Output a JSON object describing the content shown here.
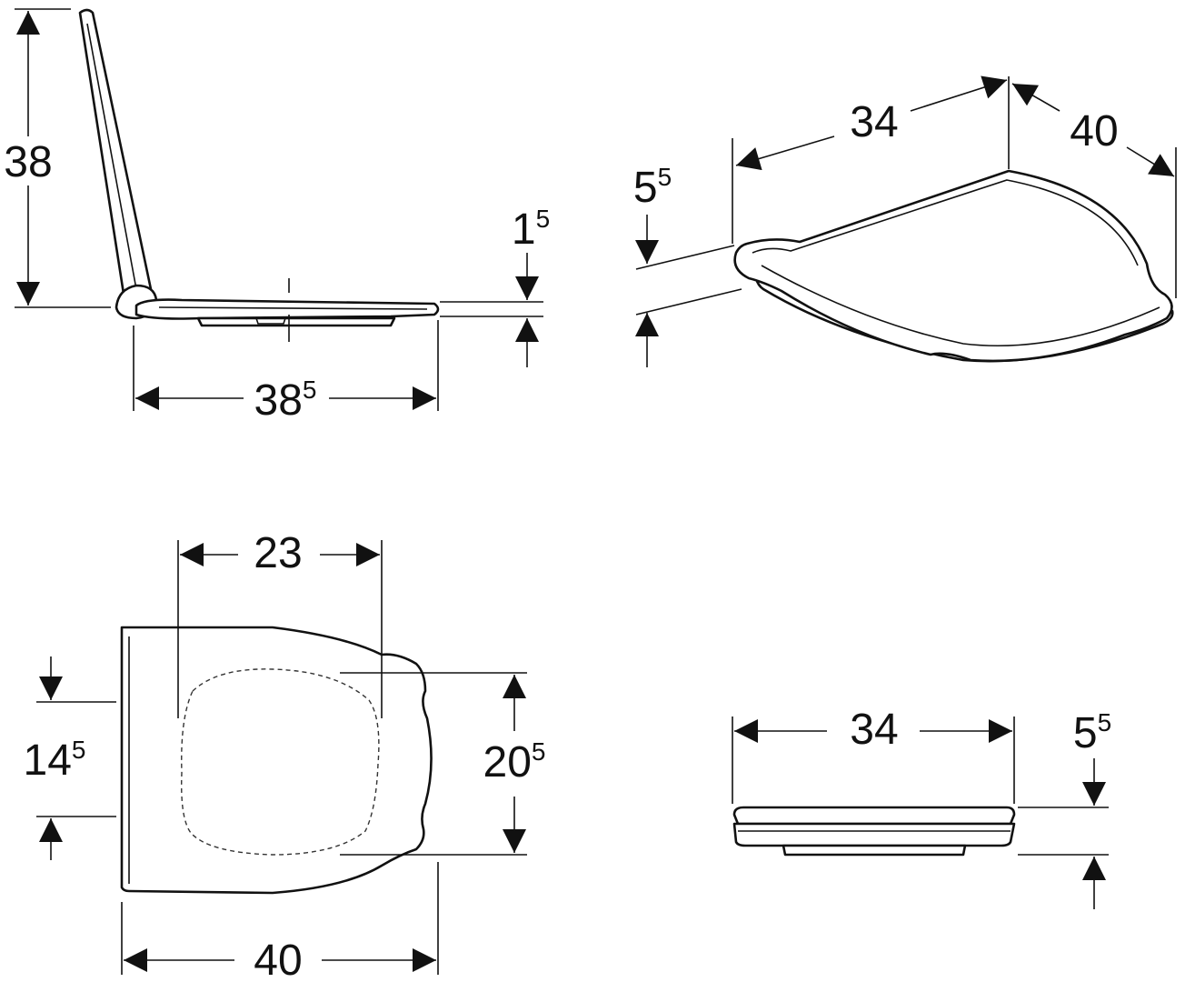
{
  "views": {
    "side_open": {
      "height": {
        "main": "38",
        "sup": ""
      },
      "depth": {
        "main": "38",
        "sup": "5"
      },
      "thickness": {
        "main": "1",
        "sup": "5"
      }
    },
    "perspective": {
      "width": {
        "main": "34",
        "sup": ""
      },
      "depth": {
        "main": "40",
        "sup": ""
      },
      "height": {
        "main": "5",
        "sup": "5"
      }
    },
    "top": {
      "inner_width": {
        "main": "23",
        "sup": ""
      },
      "hinge_spacing": {
        "main": "14",
        "sup": "5"
      },
      "inner_length": {
        "main": "20",
        "sup": "5"
      },
      "overall_length": {
        "main": "40",
        "sup": ""
      }
    },
    "front": {
      "width": {
        "main": "34",
        "sup": ""
      },
      "height": {
        "main": "5",
        "sup": "5"
      }
    }
  },
  "colors": {
    "line": "#111111",
    "background": "#ffffff"
  }
}
